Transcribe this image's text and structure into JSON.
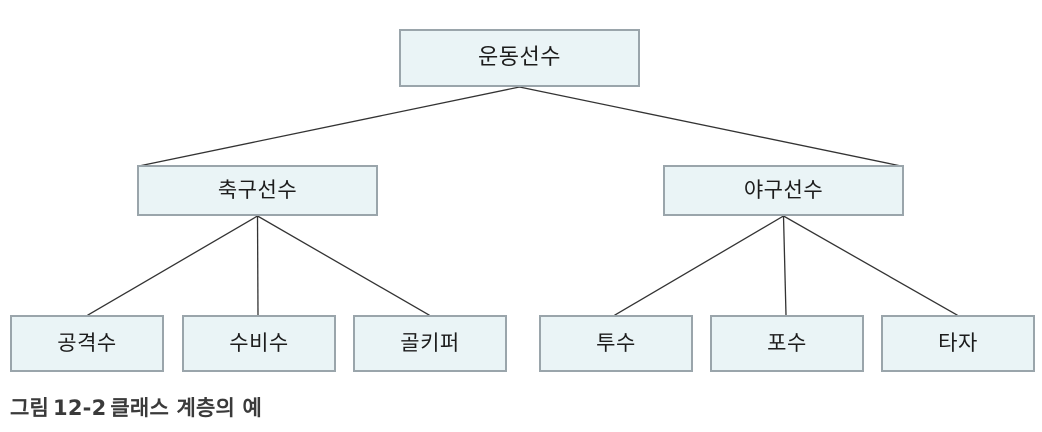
{
  "figure": {
    "caption_prefix": "그림",
    "caption_number": "12-2",
    "caption_title": "클래스 계층의 예",
    "background_color": "#ffffff"
  },
  "style": {
    "node_fill": "#eaf4f6",
    "node_border": "#9aa5ab",
    "edge_color": "#333333",
    "text_color": "#1c1c1c",
    "caption_color": "#3a3a3a"
  },
  "diagram": {
    "type": "tree",
    "title": "클래스 계층의 예",
    "levels": 3,
    "root": {
      "id": "athlete",
      "label": "운동선수"
    },
    "level2": [
      {
        "id": "soccer-player",
        "label": "축구선수"
      },
      {
        "id": "baseball-player",
        "label": "야구선수"
      }
    ],
    "level3": [
      {
        "id": "forward",
        "label": "공격수",
        "parent": "soccer-player"
      },
      {
        "id": "defender",
        "label": "수비수",
        "parent": "soccer-player"
      },
      {
        "id": "goalkeeper",
        "label": "골키퍼",
        "parent": "soccer-player"
      },
      {
        "id": "pitcher",
        "label": "투수",
        "parent": "baseball-player"
      },
      {
        "id": "catcher",
        "label": "포수",
        "parent": "baseball-player"
      },
      {
        "id": "batter",
        "label": "타자",
        "parent": "baseball-player"
      }
    ],
    "edges": [
      {
        "from": "athlete",
        "to": "soccer-player"
      },
      {
        "from": "athlete",
        "to": "baseball-player"
      },
      {
        "from": "soccer-player",
        "to": "forward"
      },
      {
        "from": "soccer-player",
        "to": "defender"
      },
      {
        "from": "soccer-player",
        "to": "goalkeeper"
      },
      {
        "from": "baseball-player",
        "to": "pitcher"
      },
      {
        "from": "baseball-player",
        "to": "catcher"
      },
      {
        "from": "baseball-player",
        "to": "batter"
      }
    ]
  }
}
